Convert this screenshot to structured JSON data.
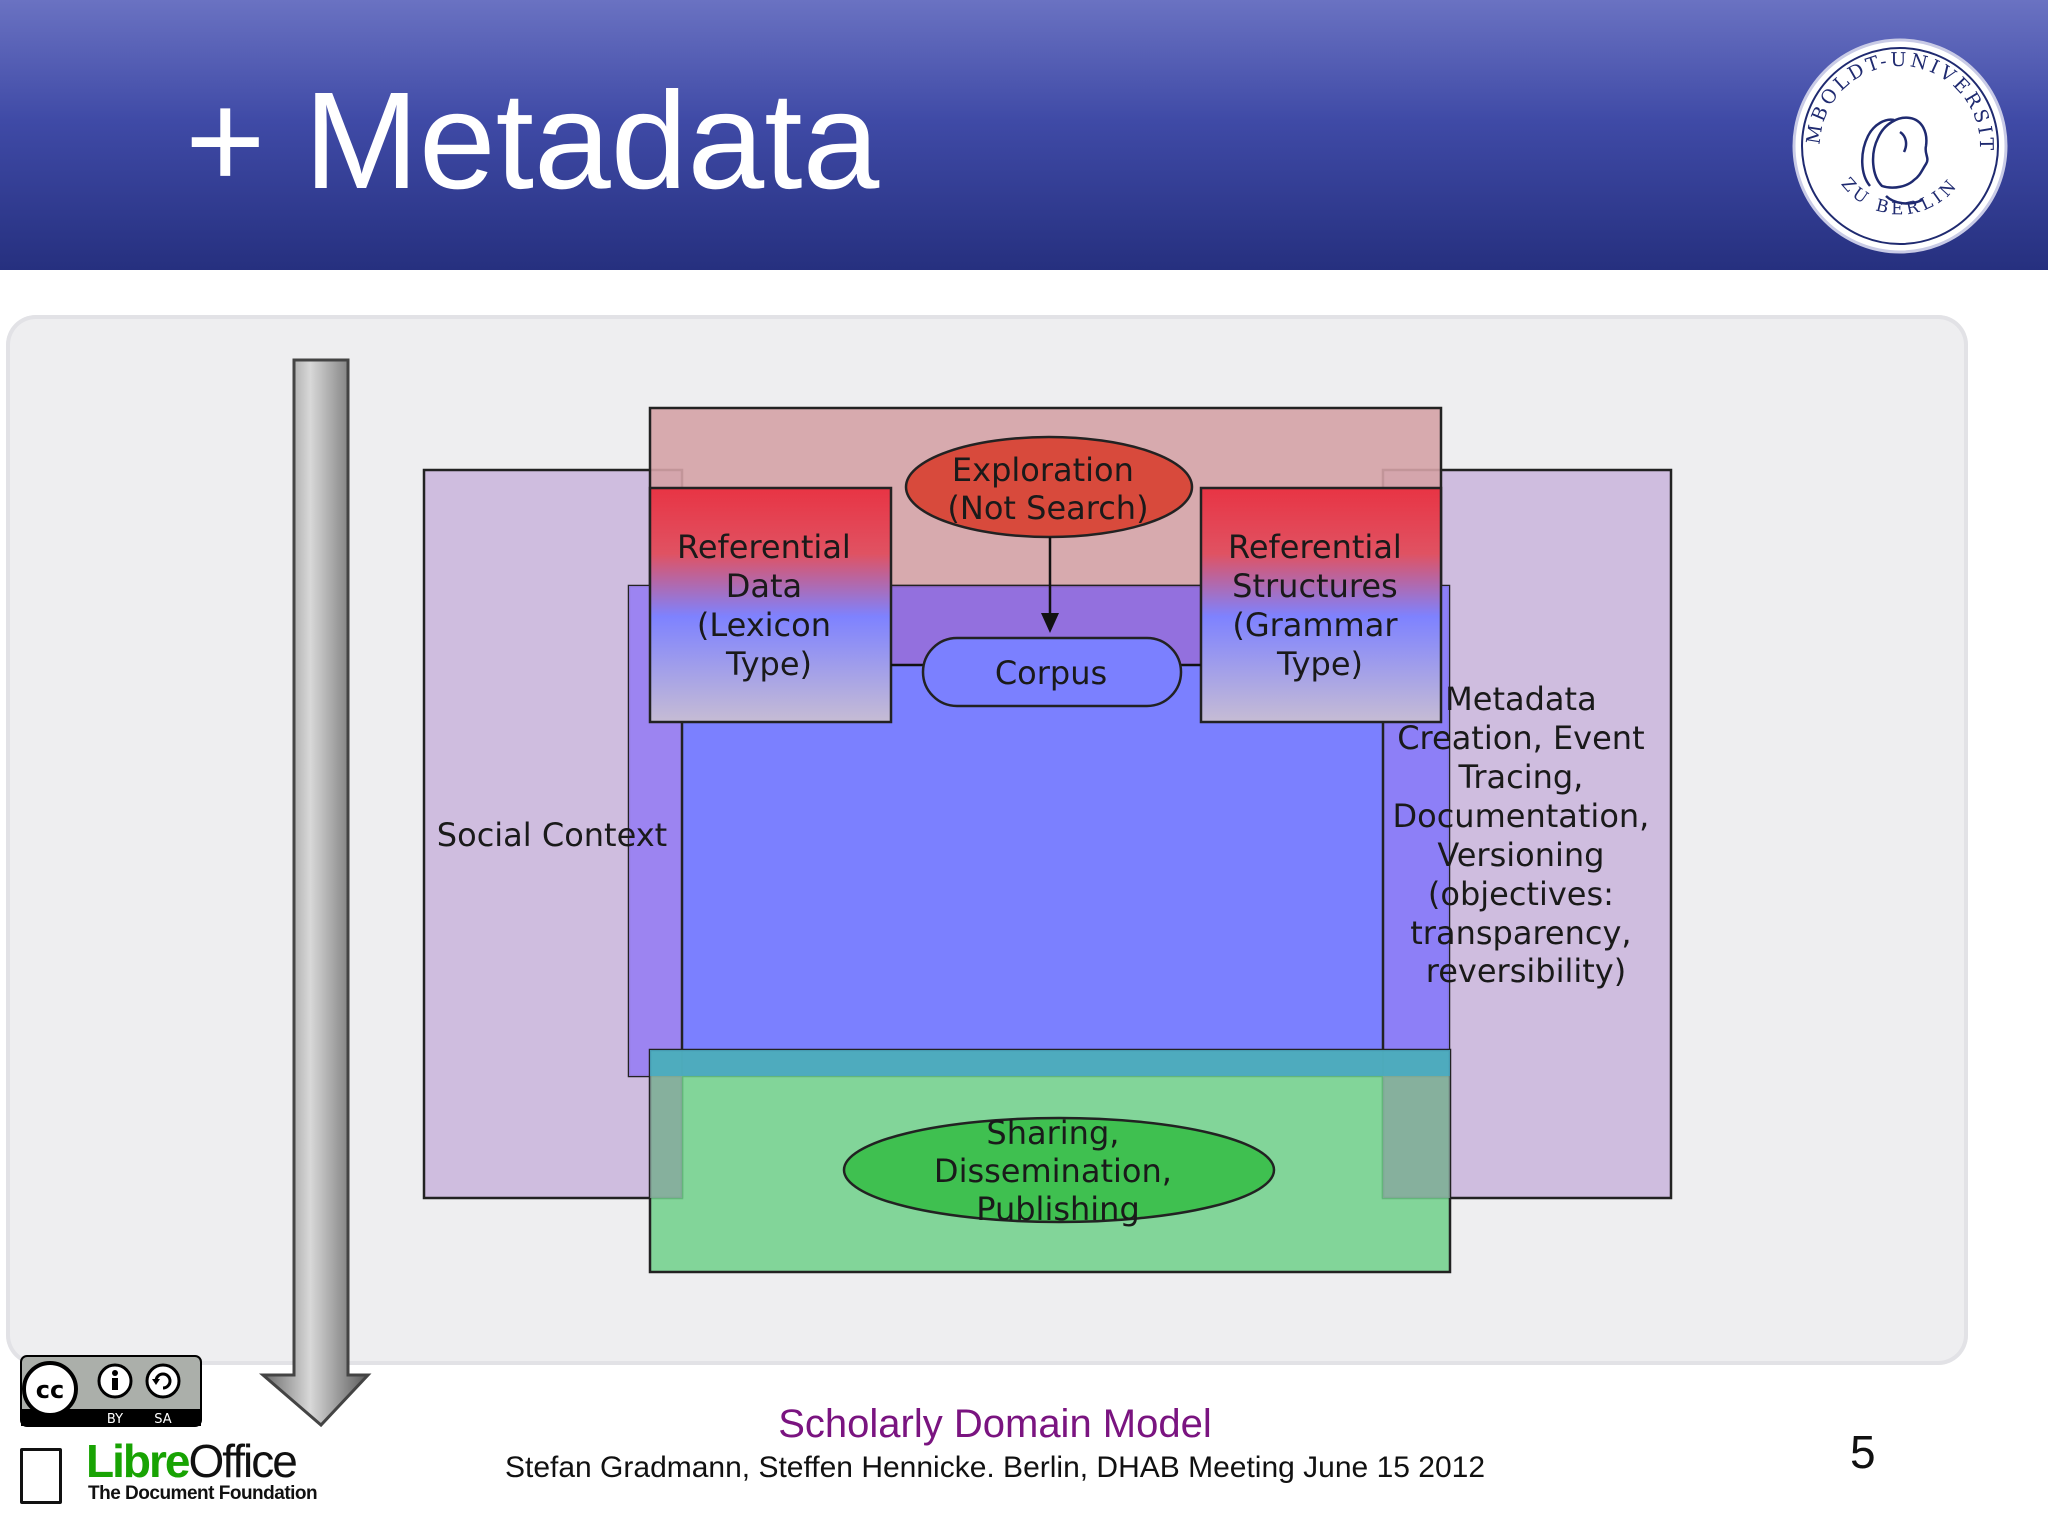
{
  "slide": {
    "title": "+ Metadata",
    "page_number": "5"
  },
  "seal": {
    "text_top": "HUMBOLDT-UNIVERSITÄT",
    "text_bottom": "ZU BERLIN"
  },
  "diagram": {
    "nodes": {
      "exploration": [
        "Exploration",
        "(Not Search)"
      ],
      "referential_data": [
        "Referential",
        "Data",
        "(Lexicon",
        "Type)"
      ],
      "referential_structures": [
        "Referential",
        "Structures",
        "(Grammar",
        "Type)"
      ],
      "corpus": "Corpus",
      "social_context": "Social Context",
      "metadata": [
        "Metadata",
        "Creation, Event",
        "Tracing,",
        "Documentation,",
        "Versioning",
        "(objectives:",
        "transparency,",
        "reversibility)"
      ],
      "sharing": [
        "Sharing,",
        "Dissemination,",
        "Publishing"
      ]
    }
  },
  "badges": {
    "cc": {
      "cc": "cc",
      "by": "BY",
      "sa": "SA"
    },
    "libreoffice": {
      "libre": "Libre",
      "office": "Office",
      "tagline": "The Document Foundation"
    }
  },
  "footer": {
    "title": "Scholarly Domain Model",
    "subtitle": "Stefan Gradmann, Steffen Hennicke. Berlin, DHAB Meeting June 15 2012"
  },
  "colors": {
    "header_top": "#6a72c2",
    "header_bottom": "#26307f",
    "corpus_blue": "#7b80ff",
    "exploration_red": "#d84a3c",
    "sharing_green": "#3fc050",
    "social_purple": "#c8b4dc",
    "footer_title": "#7a1480"
  }
}
